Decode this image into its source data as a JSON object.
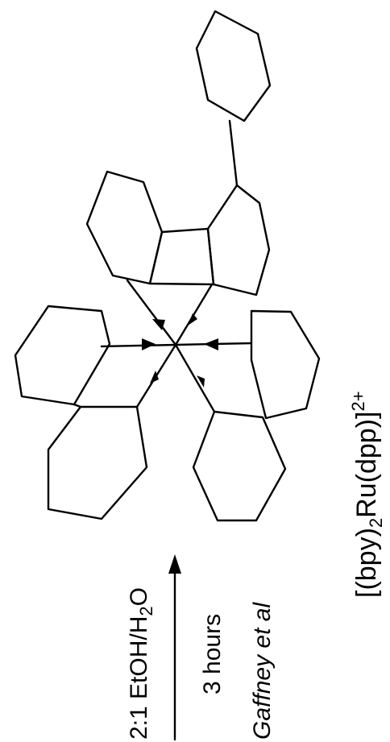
{
  "compound": {
    "formula": {
      "lead": "[(bpy)",
      "sub1": "2",
      "mid": "Ru(dpp)]",
      "sup": "2+"
    }
  },
  "reaction": {
    "solvent": {
      "lead": "2:1 EtOH/H",
      "sub": "2",
      "tail": "O"
    },
    "time": "3 hours",
    "reference": "Gaffney et al"
  },
  "colors": {
    "ink": "#000000",
    "background": "#ffffff"
  }
}
